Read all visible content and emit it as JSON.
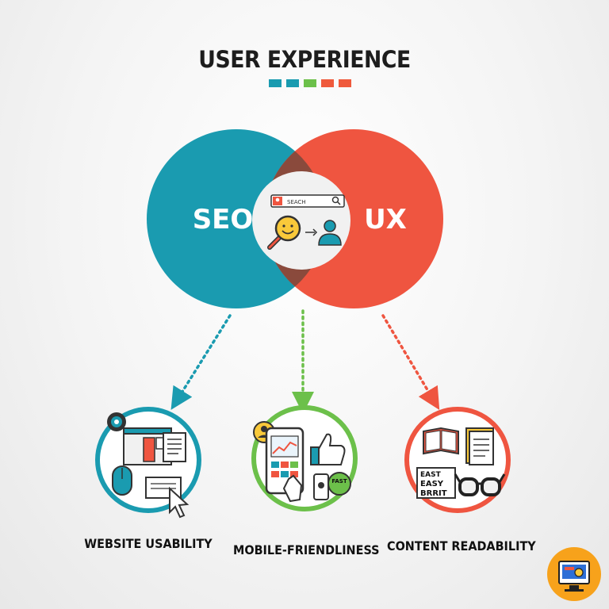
{
  "title": "USER EXPERIENCE",
  "swatch_colors": [
    "#1a9bb0",
    "#1a9bb0",
    "#6cc04a",
    "#ef5a3c",
    "#ef5a3c"
  ],
  "colors": {
    "seo": "#1a9bb0",
    "ux": "#ef5540",
    "green": "#6cc04a",
    "dark": "#1d1d1d"
  },
  "venn": {
    "left_label": "SEO",
    "right_label": "UX",
    "search_text": "SEACH"
  },
  "cards": [
    {
      "label": "WEBSITE USABILITY",
      "icon": "computer-mouse-cursor-icon"
    },
    {
      "label": "MOBILE-FRIENDLINESS",
      "icon": "smartphone-thumbs-up-icon",
      "badge_text": "FAST"
    },
    {
      "label": "CONTENT READABILITY",
      "icon": "book-document-glasses-icon",
      "sign_lines": [
        "EAST",
        "EASY",
        "BRRIT"
      ]
    }
  ]
}
